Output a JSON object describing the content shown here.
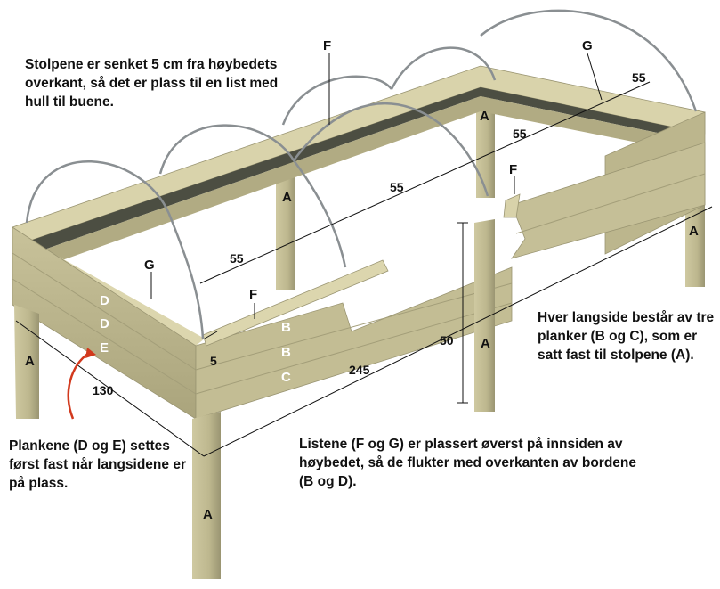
{
  "notes": {
    "top": "Stolpene er senket 5 cm fra høybedets overkant, så det er plass til en list med hull til buene.",
    "right": "Hver langside består av tre planker (B og C), som er satt fast til stolpene (A).",
    "left": "Plankene (D og E) settes først fast når langsidene er på plass.",
    "middle": "Listene (F og G) er plassert øverst på innsiden av høybedet, så de flukter med overkanten av bordene (B og D)."
  },
  "labels": {
    "post": "A",
    "plank_b": "B",
    "plank_c": "C",
    "plank_d": "D",
    "plank_e": "E",
    "strip_f": "F",
    "strip_g": "G"
  },
  "dimensions": {
    "arch_spacing": "55",
    "length": "245",
    "width": "130",
    "height": "50",
    "inset": "5"
  },
  "colors": {
    "wood_light": "#d6d0a8",
    "wood_mid": "#b9b38a",
    "wood_dark": "#8f8a66",
    "soil_dark": "#4a4c3f",
    "arch": "#8a8f92",
    "pointer": "#d2391d"
  }
}
